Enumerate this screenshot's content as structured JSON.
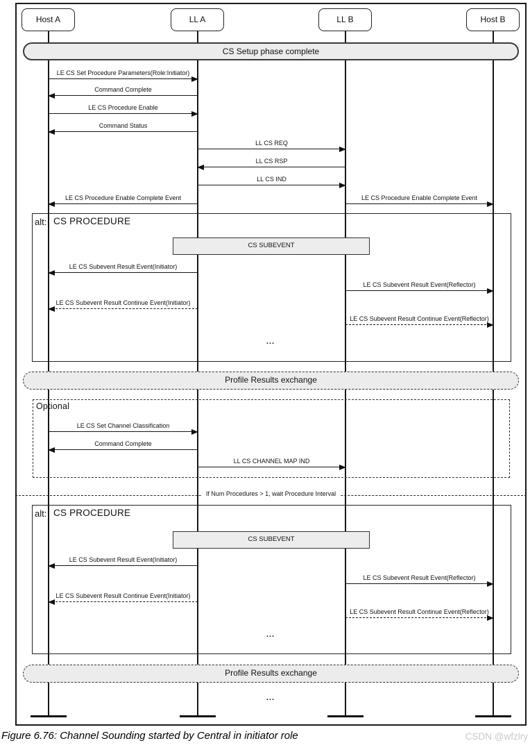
{
  "figure": {
    "caption": "Figure 6.76: Channel Sounding started by Central in initiator role",
    "watermark": "CSDN @wfzlry"
  },
  "diagram": {
    "actors": [
      {
        "id": "host_a",
        "label": "Host A"
      },
      {
        "id": "ll_a",
        "label": "LL A"
      },
      {
        "id": "ll_b",
        "label": "LL B"
      },
      {
        "id": "host_b",
        "label": "Host B"
      }
    ],
    "bands": [
      {
        "label": "CS Setup phase complete",
        "style": "solid"
      },
      {
        "label": "Profile Results exchange",
        "style": "dashed"
      },
      {
        "label": "Profile Results exchange",
        "style": "dashed"
      }
    ],
    "frames": [
      {
        "prefix": "alt:",
        "label": "CS PROCEDURE",
        "style": "solid"
      },
      {
        "prefix": "",
        "label": "Optional",
        "style": "dashed"
      },
      {
        "prefix": "alt:",
        "label": "CS PROCEDURE",
        "style": "solid"
      }
    ],
    "activity_boxes": [
      {
        "label": "CS SUBEVENT"
      },
      {
        "label": "CS SUBEVENT"
      }
    ],
    "messages": [
      {
        "from": "host_a",
        "to": "ll_a",
        "text": "LE CS Set Procedure Parameters(Role:Initiator)",
        "line": "solid"
      },
      {
        "from": "ll_a",
        "to": "host_a",
        "text": "Command Complete",
        "line": "solid"
      },
      {
        "from": "host_a",
        "to": "ll_a",
        "text": "LE CS Procedure Enable",
        "line": "solid"
      },
      {
        "from": "ll_a",
        "to": "host_a",
        "text": "Command Status",
        "line": "solid"
      },
      {
        "from": "ll_a",
        "to": "ll_b",
        "text": "LL CS REQ",
        "line": "solid"
      },
      {
        "from": "ll_b",
        "to": "ll_a",
        "text": "LL CS RSP",
        "line": "solid"
      },
      {
        "from": "ll_a",
        "to": "ll_b",
        "text": "LL CS IND",
        "line": "solid"
      },
      {
        "from": "ll_a",
        "to": "host_a",
        "text": "LE CS Procedure Enable Complete Event",
        "line": "solid"
      },
      {
        "from": "ll_b",
        "to": "host_b",
        "text": "LE CS Procedure Enable Complete Event",
        "line": "solid"
      },
      {
        "from": "ll_a",
        "to": "host_a",
        "text": "LE CS Subevent Result Event(Initiator)",
        "line": "solid"
      },
      {
        "from": "ll_b",
        "to": "host_b",
        "text": "LE CS Subevent Result Event(Reflector)",
        "line": "solid"
      },
      {
        "from": "ll_a",
        "to": "host_a",
        "text": "LE CS Subevent Result Continue Event(Initiator)",
        "line": "dashed"
      },
      {
        "from": "ll_b",
        "to": "host_b",
        "text": "LE CS Subevent Result Continue Event(Reflector)",
        "line": "dashed"
      },
      {
        "from": "host_a",
        "to": "ll_a",
        "text": "LE CS Set Channel Classification",
        "line": "solid"
      },
      {
        "from": "ll_a",
        "to": "host_a",
        "text": "Command Complete",
        "line": "solid"
      },
      {
        "from": "ll_a",
        "to": "ll_b",
        "text": "LL CS CHANNEL MAP IND",
        "line": "solid"
      },
      {
        "from": "ll_a",
        "to": "host_a",
        "text": "LE CS Subevent Result Event(Initiator)",
        "line": "solid"
      },
      {
        "from": "ll_b",
        "to": "host_b",
        "text": "LE CS Subevent Result Event(Reflector)",
        "line": "solid"
      },
      {
        "from": "ll_a",
        "to": "host_a",
        "text": "LE CS Subevent Result Continue Event(Initiator)",
        "line": "dashed"
      },
      {
        "from": "ll_b",
        "to": "host_b",
        "text": "LE CS Subevent Result Continue Event(Reflector)",
        "line": "dashed"
      }
    ],
    "divider": {
      "label": "If Num Procedures > 1, wait Procedure Interval"
    },
    "ellipsis": "...",
    "colors": {
      "band_fill": "#ececec",
      "box_fill": "#ededed",
      "line": "#161616",
      "watermark": "#c6c9cb"
    }
  }
}
